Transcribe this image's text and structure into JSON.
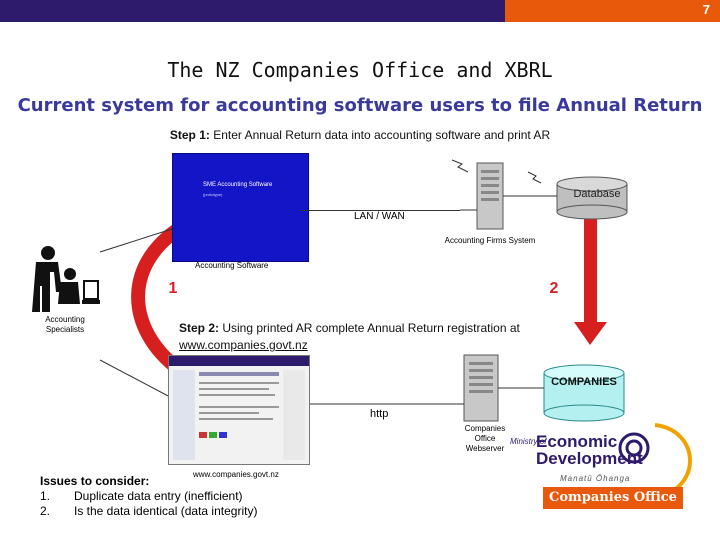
{
  "slide_number": "7",
  "title": "The NZ Companies Office and XBRL",
  "subtitle": "Current system for accounting software users to file Annual Return",
  "step1": {
    "label": "Step 1:",
    "text": " Enter Annual Return data into accounting software and print AR"
  },
  "step2": {
    "label": "Step 2:",
    "text": " Using printed AR complete Annual Return registration at",
    "url": "www.companies.govt.nz"
  },
  "screen1": {
    "title": "SME Accounting Software",
    "subtitle": "(prototype)"
  },
  "labels": {
    "accounting_software": "Accounting Software",
    "lan_wan": "LAN / WAN",
    "accounting_firms_system": "Accounting Firms System",
    "accounting_specialists": "Accounting Specialists",
    "database": "Database",
    "companies": "COMPANIES",
    "http": "http",
    "companies_office_webserver": "Companies Office Webserver",
    "website_url": "www.companies.govt.nz"
  },
  "badges": {
    "one": "1",
    "two": "2"
  },
  "issues": {
    "heading": "Issues to consider:",
    "items": [
      {
        "num": "1.",
        "text": "Duplicate data entry (inefficient)"
      },
      {
        "num": "2.",
        "text": "Is the data identical (data integrity)"
      }
    ]
  },
  "logo": {
    "ministry_of": "Ministry of",
    "economic_development": "Economic Development",
    "maori_name": "Manatū Ōhanga",
    "companies_office": "Companies Office"
  },
  "colors": {
    "banner": "#2e1b6b",
    "accent": "#e8590c",
    "subtitle": "#3b3a9a",
    "arrow": "#d62020",
    "screen_blue": "#1515c8",
    "db_fill": "#bfbfbf",
    "companies_db_fill": "#b3f0ef"
  }
}
